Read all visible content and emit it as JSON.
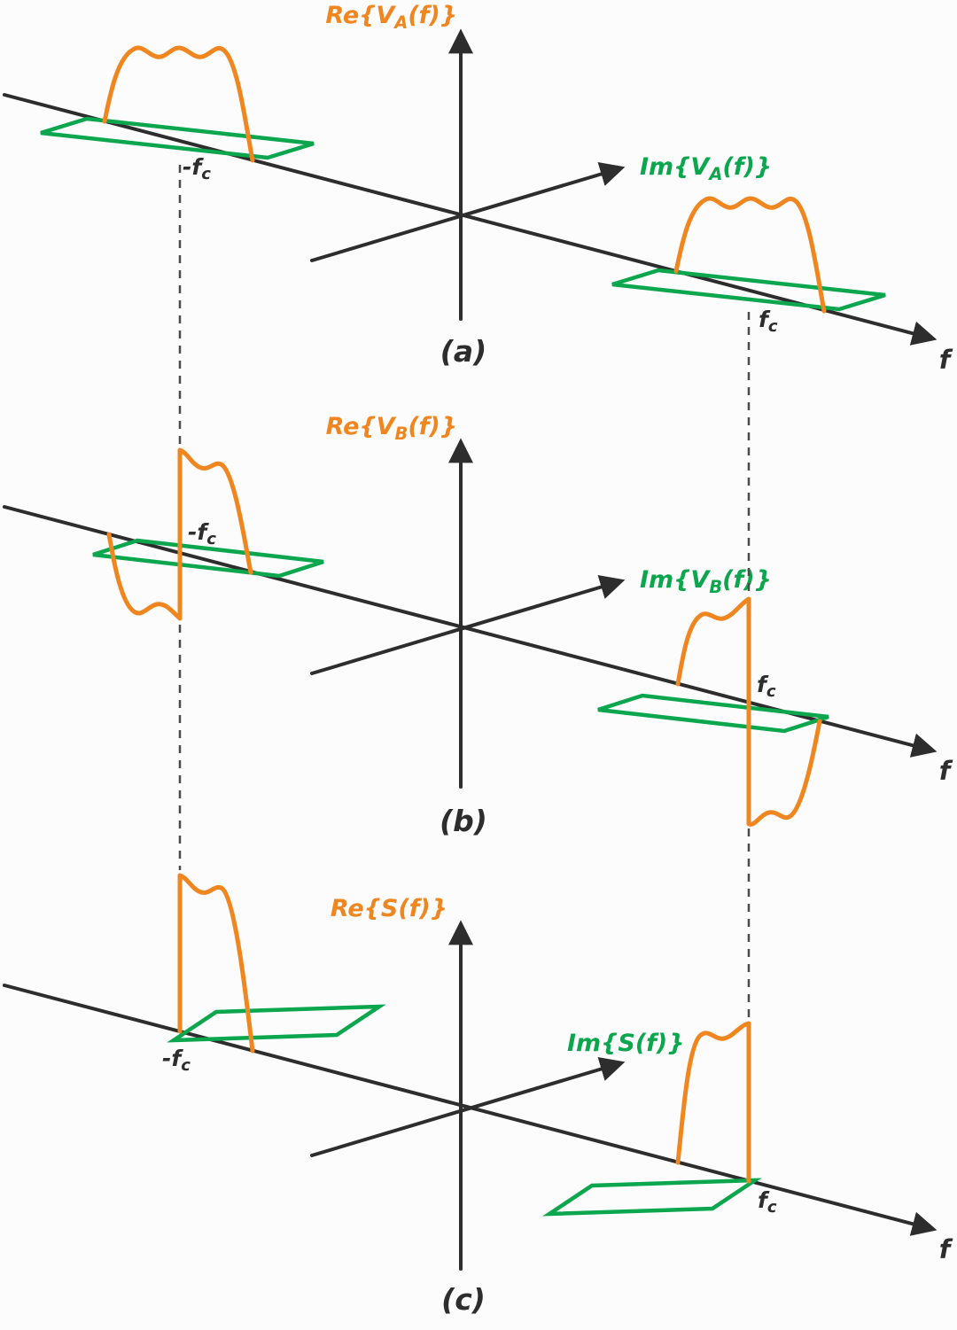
{
  "colors": {
    "curve_orange": "#F0861F",
    "plane_green": "#0BA64D",
    "axis_dark": "#2D2D2D",
    "background": "#FCFCFC",
    "dashed_gray": "#4A4A4A"
  },
  "panels": [
    {
      "panel_label": "(a)",
      "re_axis_label": {
        "pre": "Re{V",
        "sub": "A",
        "post": "(f)}"
      },
      "im_axis_label": {
        "pre": "Im{V",
        "sub": "A",
        "post": "(f)}"
      },
      "f_label": "f",
      "neg_freq_label": {
        "pre": "-f",
        "sub": "c"
      },
      "pos_freq_label": {
        "pre": "f",
        "sub": "c"
      }
    },
    {
      "panel_label": "(b)",
      "re_axis_label": {
        "pre": "Re{V",
        "sub": "B",
        "post": "(f)}"
      },
      "im_axis_label": {
        "pre": "Im{V",
        "sub": "B",
        "post": "(f)}"
      },
      "f_label": "f",
      "neg_freq_label": {
        "pre": "-f",
        "sub": "c"
      },
      "pos_freq_label": {
        "pre": "f",
        "sub": "c"
      }
    },
    {
      "panel_label": "(c)",
      "re_axis_label": {
        "pre": "Re{S(f)}",
        "sub": "",
        "post": ""
      },
      "im_axis_label": {
        "pre": "Im{S(f)}",
        "sub": "",
        "post": ""
      },
      "f_label": "f",
      "neg_freq_label": {
        "pre": "-f",
        "sub": "c"
      },
      "pos_freq_label": {
        "pre": "f",
        "sub": "c"
      }
    }
  ]
}
